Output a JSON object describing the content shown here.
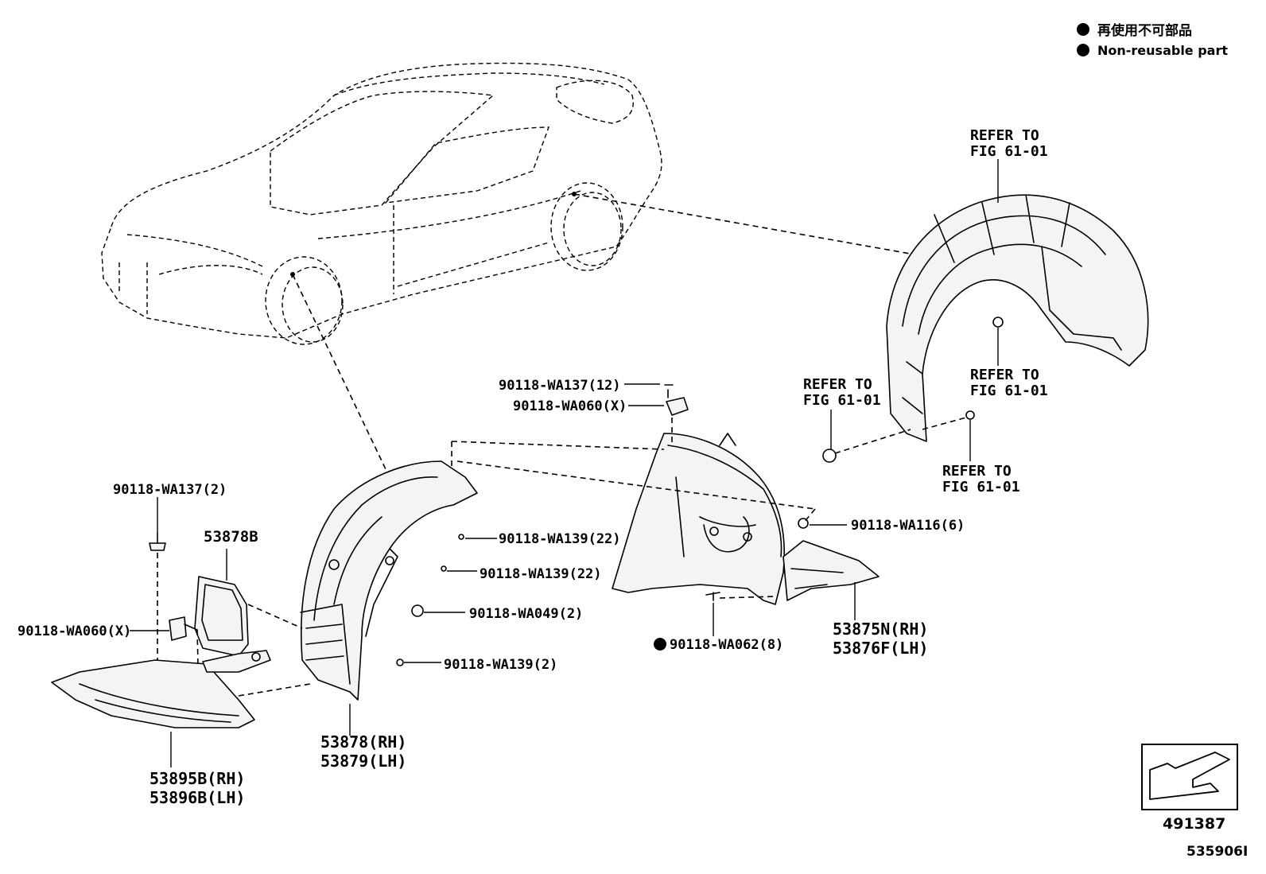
{
  "legend": {
    "jp": "再使用不可部品",
    "en": "Non-reusable part"
  },
  "refs": {
    "ref_line1": "REFER TO",
    "ref_line2": "FIG 61-01"
  },
  "labels": {
    "wa137_12": "90118-WA137(12)",
    "wa060_x_top": "90118-WA060(X)",
    "wa137_2": "90118-WA137(2)",
    "p53878b": "53878B",
    "wa139_22_a": "90118-WA139(22)",
    "wa139_22_b": "90118-WA139(22)",
    "wa116_6": "90118-WA116(6)",
    "wa060_x_left": "90118-WA060(X)",
    "wa049_2": "90118-WA049(2)",
    "wa062_8": "90118-WA062(8)",
    "wa139_2": "90118-WA139(2)",
    "p53875n": "53875N(RH)",
    "p53876f": "53876F(LH)",
    "p53878": "53878(RH)",
    "p53879": "53879(LH)",
    "p53895b": "53895B(RH)",
    "p53896b": "53896B(LH)"
  },
  "footer": {
    "box_number": "491387",
    "drawing_number": "535906I"
  }
}
